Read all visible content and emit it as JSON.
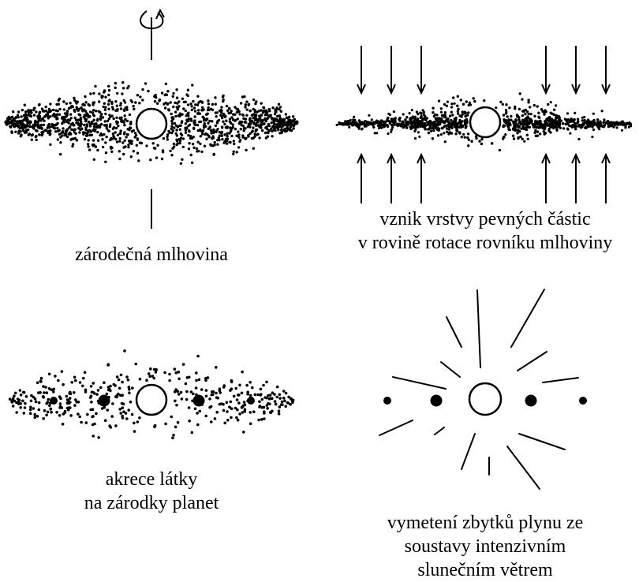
{
  "panels": [
    {
      "id": "nebula",
      "caption": [
        "zárodečná mlhovina"
      ]
    },
    {
      "id": "layer",
      "caption": [
        "vznik vrstvy pevných částic",
        "v rovině rotace rovníku mlhoviny"
      ]
    },
    {
      "id": "accretion",
      "caption": [
        "akrece látky",
        "na zárodky planet"
      ]
    },
    {
      "id": "wind",
      "caption": [
        "vymetení zbytků plynu ze",
        "soustavy intenzivním",
        "slunečním větrem"
      ]
    }
  ],
  "colors": {
    "ink": "#000000",
    "background": "#ffffff"
  },
  "icons": [
    "rotation-arrow-icon",
    "down-arrow-icon",
    "up-arrow-icon",
    "sun-icon",
    "planet-embryo-icon"
  ]
}
